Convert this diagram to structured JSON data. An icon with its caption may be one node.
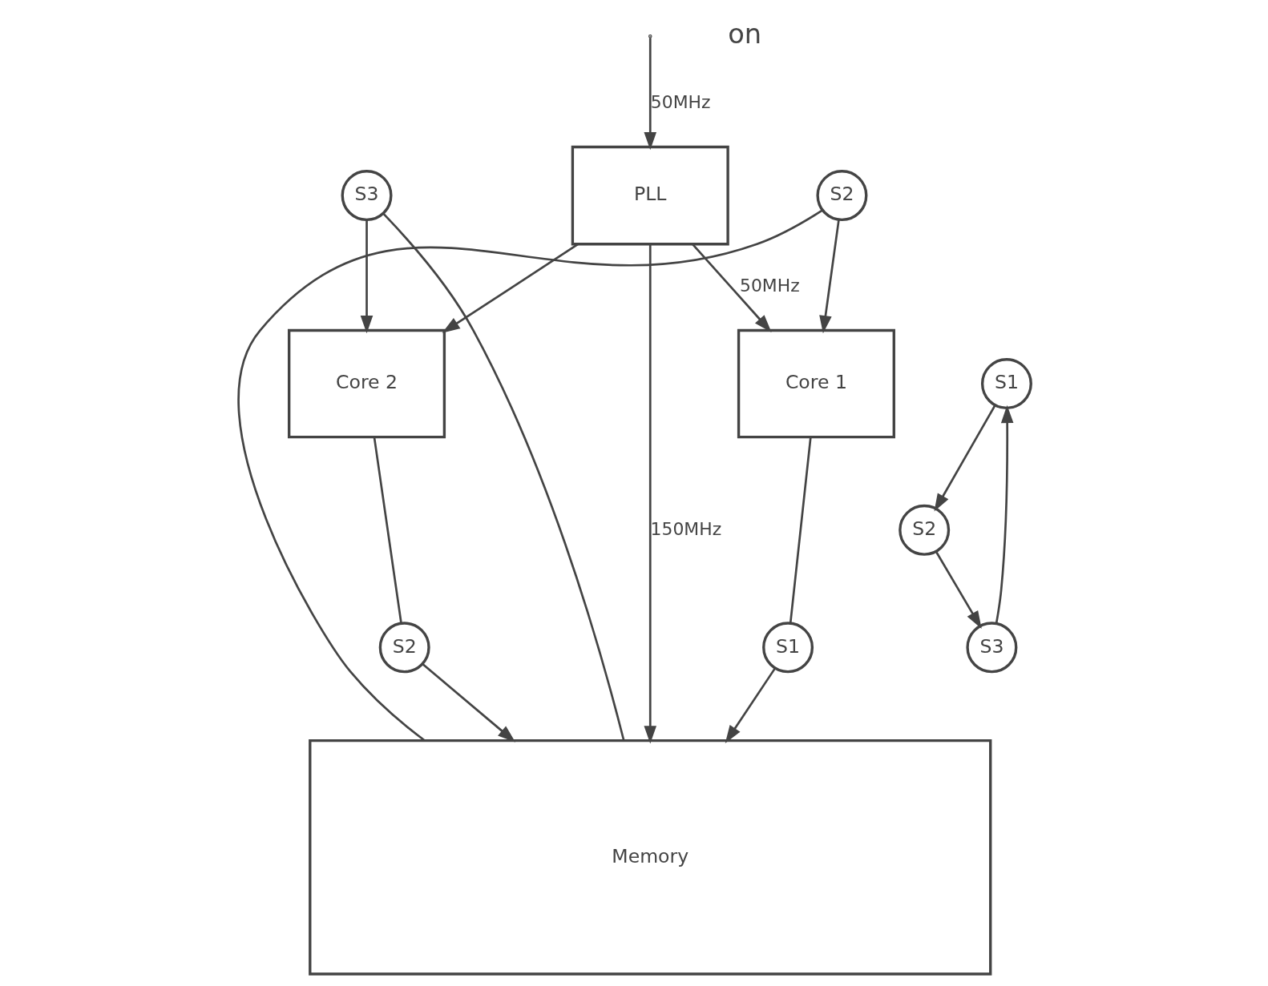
{
  "diagram": {
    "nodes": [
      {
        "text": [
          "PLL"
        ]
      },
      {
        "text": [
          "Core 1"
        ]
      },
      {
        "text": [
          "Core 2"
        ]
      },
      {
        "text": [
          "Memory"
        ]
      },
      {
        "text": [
          "S1"
        ]
      },
      {
        "text": [
          "S2"
        ]
      },
      {
        "text": [
          "S1"
        ]
      },
      {
        "text": [
          "S2"
        ]
      },
      {
        "text": [
          "S3"
        ]
      },
      {
        "text": [
          "S2"
        ]
      },
      {
        "text": [
          "S3"
        ]
      }
    ],
    "edges": [
      {
        "from": null,
        "to": 0,
        "arrow": "to",
        "label": "50MHz"
      },
      {
        "from": 0,
        "to": 1,
        "arrow": "to",
        "label": "50MHz"
      },
      {
        "from": 0,
        "to": 2,
        "arrow": "to"
      },
      {
        "from": 0,
        "to": 3,
        "arrow": "to",
        "label": "150MHz"
      },
      {
        "from": 1,
        "to": 4,
        "arrow": "none"
      },
      {
        "from": 4,
        "to": 3,
        "arrow": "to"
      },
      {
        "from": 2,
        "to": 5,
        "arrow": "none"
      },
      {
        "from": 5,
        "to": 3,
        "arrow": "to"
      },
      {
        "from": 6,
        "to": 7,
        "arrow": "to"
      },
      {
        "from": 7,
        "to": 8,
        "arrow": "to"
      },
      {
        "from": 8,
        "to": 6,
        "arrow": "to"
      },
      {
        "from": 3,
        "to": 9,
        "arrow": "none"
      },
      {
        "from": 9,
        "to": 1,
        "arrow": "to"
      },
      {
        "from": 3,
        "to": 10,
        "arrow": "none"
      },
      {
        "from": 10,
        "to": 2,
        "arrow": "to"
      }
    ],
    "labels": [
      "on"
    ]
  }
}
